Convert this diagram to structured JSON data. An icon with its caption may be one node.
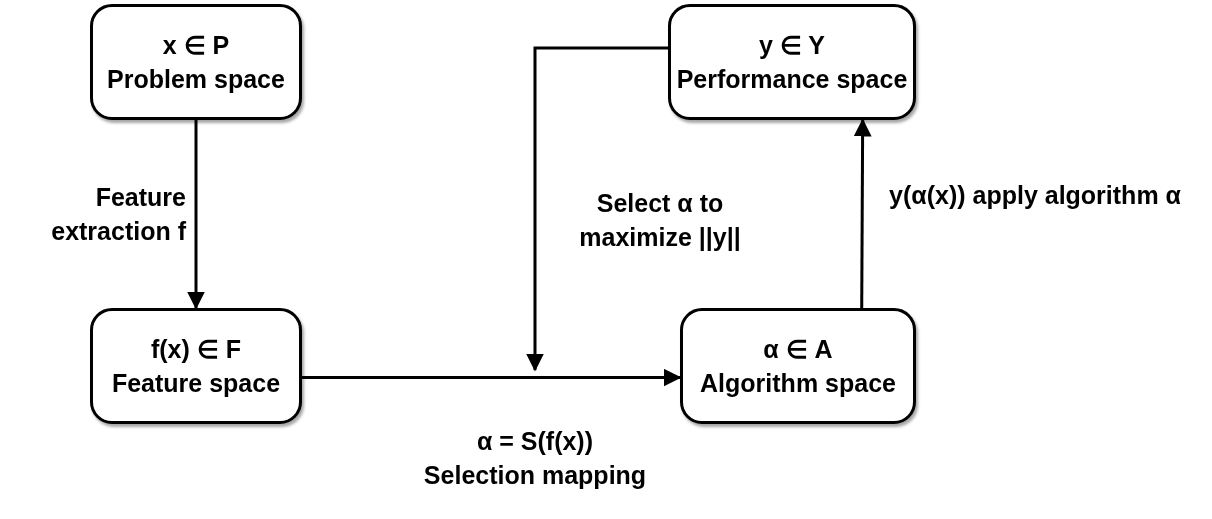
{
  "diagram": {
    "nodes": [
      {
        "text": [
          "x ∈ P",
          "Problem space"
        ]
      },
      {
        "text": [
          "y ∈ Y",
          "Performance space"
        ]
      },
      {
        "text": [
          "f(x) ∈ F",
          "Feature space"
        ]
      },
      {
        "text": [
          "α ∈ A",
          "Algorithm space"
        ]
      }
    ],
    "edges": [
      {
        "from": 0,
        "to": 2,
        "arrow": "to",
        "label": "Feature extraction f"
      },
      {
        "from": 2,
        "to": 3,
        "arrow": "to",
        "label": "α = S(f(x)) Selection mapping"
      },
      {
        "from": 3,
        "to": 1,
        "arrow": "to",
        "label": "y(α(x)) apply algorithm α"
      },
      {
        "from": 1,
        "to": null,
        "arrow": "to",
        "label": "Select α to maximize ||y||"
      }
    ]
  }
}
